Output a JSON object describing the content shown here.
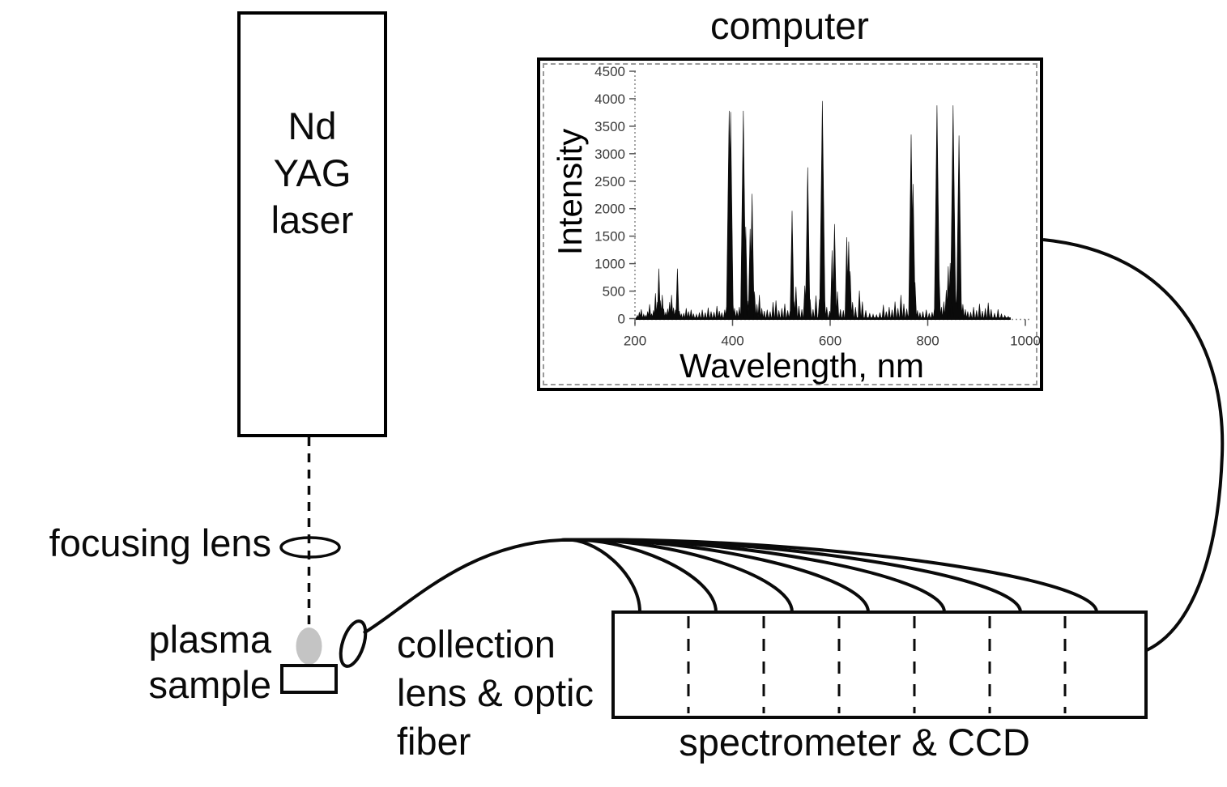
{
  "diagram": {
    "laser_label": "Nd\nYAG\nlaser",
    "computer_label": "computer",
    "focusing_lens_label": "focusing lens",
    "plasma_sample_label": "plasma\nsample",
    "collection_label": "collection\nlens & optic\nfiber",
    "spectrometer_label": "spectrometer & CCD"
  },
  "colors": {
    "line": "#0a0a0a",
    "plasma_fill": "#c4c4c4",
    "axis_dotted": "#8f8f8f",
    "tick_mark": "#555555",
    "tick_text": "#3a3a3a"
  },
  "chart_data": {
    "type": "line",
    "title": "",
    "xlabel": "Wavelength, nm",
    "ylabel": "Intensity",
    "xlim": [
      200,
      1000
    ],
    "ylim": [
      0,
      4500
    ],
    "xticks": [
      200,
      400,
      600,
      800,
      1000
    ],
    "yticks": [
      0,
      500,
      1000,
      1500,
      2000,
      2500,
      3000,
      3500,
      4000,
      4500
    ],
    "grid": false,
    "legend": null,
    "baseline_end_nm": 970,
    "peaks": [
      [
        205,
        60
      ],
      [
        209,
        120
      ],
      [
        213,
        170
      ],
      [
        218,
        80
      ],
      [
        222,
        60
      ],
      [
        226,
        130
      ],
      [
        230,
        260
      ],
      [
        234,
        90
      ],
      [
        238,
        150
      ],
      [
        242,
        460
      ],
      [
        246,
        300
      ],
      [
        249,
        910
      ],
      [
        252,
        330
      ],
      [
        256,
        430
      ],
      [
        259,
        180
      ],
      [
        263,
        120
      ],
      [
        267,
        180
      ],
      [
        271,
        300
      ],
      [
        275,
        430
      ],
      [
        279,
        200
      ],
      [
        283,
        160
      ],
      [
        287,
        910
      ],
      [
        291,
        140
      ],
      [
        295,
        90
      ],
      [
        300,
        100
      ],
      [
        305,
        190
      ],
      [
        310,
        130
      ],
      [
        315,
        160
      ],
      [
        320,
        90
      ],
      [
        326,
        80
      ],
      [
        332,
        110
      ],
      [
        338,
        160
      ],
      [
        344,
        110
      ],
      [
        350,
        200
      ],
      [
        356,
        130
      ],
      [
        362,
        120
      ],
      [
        368,
        230
      ],
      [
        373,
        140
      ],
      [
        378,
        110
      ],
      [
        384,
        160
      ],
      [
        388,
        250
      ],
      [
        393,
        3780
      ],
      [
        396,
        3760
      ],
      [
        400,
        430
      ],
      [
        404,
        190
      ],
      [
        409,
        150
      ],
      [
        414,
        210
      ],
      [
        419,
        300
      ],
      [
        422,
        3780
      ],
      [
        427,
        1670
      ],
      [
        431,
        320
      ],
      [
        436,
        1630
      ],
      [
        440,
        2270
      ],
      [
        445,
        490
      ],
      [
        450,
        260
      ],
      [
        455,
        430
      ],
      [
        460,
        190
      ],
      [
        465,
        140
      ],
      [
        471,
        160
      ],
      [
        477,
        130
      ],
      [
        483,
        300
      ],
      [
        489,
        330
      ],
      [
        495,
        150
      ],
      [
        501,
        190
      ],
      [
        507,
        270
      ],
      [
        513,
        150
      ],
      [
        518,
        140
      ],
      [
        522,
        1960
      ],
      [
        526,
        310
      ],
      [
        530,
        580
      ],
      [
        536,
        230
      ],
      [
        542,
        170
      ],
      [
        548,
        600
      ],
      [
        554,
        2750
      ],
      [
        559,
        350
      ],
      [
        565,
        170
      ],
      [
        571,
        420
      ],
      [
        578,
        350
      ],
      [
        584,
        3960
      ],
      [
        588,
        560
      ],
      [
        593,
        210
      ],
      [
        599,
        140
      ],
      [
        604,
        1240
      ],
      [
        609,
        1720
      ],
      [
        615,
        490
      ],
      [
        621,
        170
      ],
      [
        627,
        150
      ],
      [
        634,
        1480
      ],
      [
        638,
        1400
      ],
      [
        641,
        860
      ],
      [
        646,
        300
      ],
      [
        652,
        210
      ],
      [
        660,
        510
      ],
      [
        666,
        310
      ],
      [
        673,
        150
      ],
      [
        681,
        100
      ],
      [
        688,
        80
      ],
      [
        695,
        70
      ],
      [
        702,
        110
      ],
      [
        709,
        250
      ],
      [
        715,
        130
      ],
      [
        721,
        210
      ],
      [
        727,
        160
      ],
      [
        733,
        310
      ],
      [
        739,
        190
      ],
      [
        745,
        430
      ],
      [
        751,
        270
      ],
      [
        757,
        180
      ],
      [
        762,
        140
      ],
      [
        766,
        3350
      ],
      [
        770,
        2450
      ],
      [
        774,
        660
      ],
      [
        779,
        150
      ],
      [
        784,
        110
      ],
      [
        790,
        130
      ],
      [
        797,
        160
      ],
      [
        803,
        100
      ],
      [
        809,
        120
      ],
      [
        814,
        200
      ],
      [
        819,
        3880
      ],
      [
        823,
        860
      ],
      [
        828,
        210
      ],
      [
        833,
        310
      ],
      [
        838,
        520
      ],
      [
        842,
        950
      ],
      [
        846,
        1010
      ],
      [
        849,
        700
      ],
      [
        852,
        3880
      ],
      [
        856,
        720
      ],
      [
        860,
        460
      ],
      [
        864,
        3330
      ],
      [
        868,
        390
      ],
      [
        872,
        260
      ],
      [
        877,
        170
      ],
      [
        882,
        130
      ],
      [
        888,
        120
      ],
      [
        894,
        210
      ],
      [
        900,
        150
      ],
      [
        906,
        270
      ],
      [
        912,
        140
      ],
      [
        918,
        190
      ],
      [
        924,
        290
      ],
      [
        930,
        170
      ],
      [
        937,
        100
      ],
      [
        944,
        170
      ],
      [
        951,
        90
      ],
      [
        958,
        60
      ],
      [
        965,
        40
      ]
    ]
  }
}
